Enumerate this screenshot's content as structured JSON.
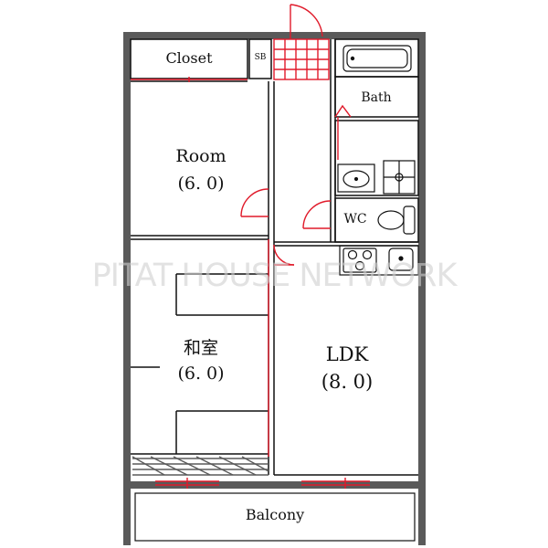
{
  "rooms": {
    "closet": "Closet",
    "sb": "SB",
    "bath": "Bath",
    "room": "Room",
    "room_size": "(6. 0)",
    "washitsu": "和室",
    "washitsu_size": "(6. 0)",
    "wc": "WC",
    "ldk": "LDK",
    "ldk_size": "(8. 0)",
    "balcony": "Balcony"
  },
  "watermark": "PITAT HOUSE NETWORK",
  "colors": {
    "wall": "#5a5a5a",
    "door": "#e01a2a",
    "line": "#111111"
  }
}
